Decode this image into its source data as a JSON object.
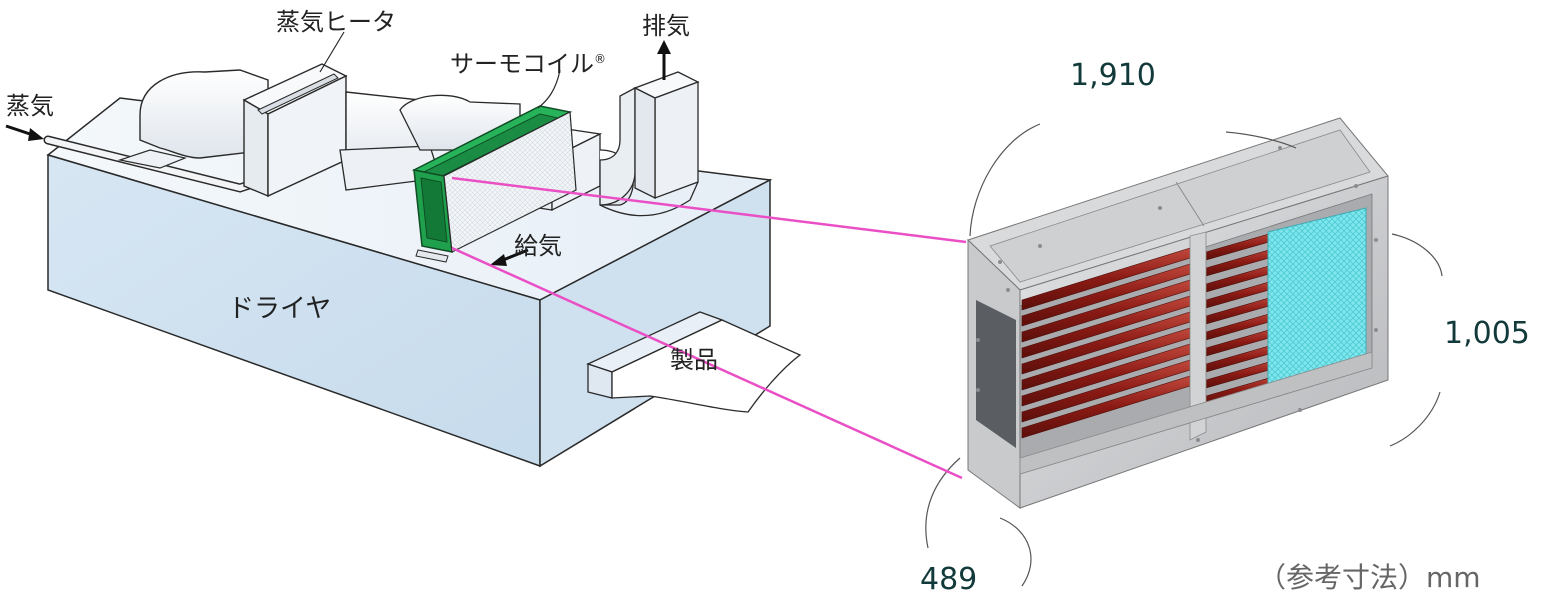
{
  "labels": {
    "steam": "蒸気",
    "steam_heater": "蒸気ヒータ",
    "thermocoil": "サーモコイル",
    "thermocoil_mark": "®",
    "exhaust": "排気",
    "supply_air": "給気",
    "dryer": "ドライヤ",
    "product": "製品"
  },
  "dimensions": {
    "width": "1,910",
    "height": "1,005",
    "depth": "489",
    "unit_note": "（参考寸法）mm"
  },
  "colors": {
    "dryer_body": "#e3edf6",
    "duct": "#eef1f5",
    "coil_green": "#19a34a",
    "connector": "#ea4fc6",
    "frame_gray": "#c7c9cc",
    "tube_red": "#8a1a14",
    "fin_cyan": "#6fe0e8"
  }
}
